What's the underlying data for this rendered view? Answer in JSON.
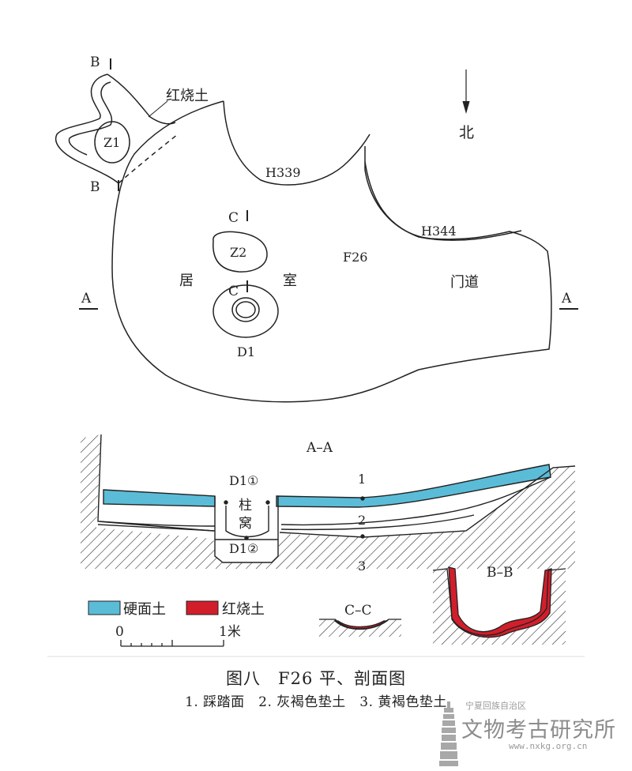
{
  "colors": {
    "hard_soil": "#5bbcd8",
    "burnt_soil": "#d21e2b",
    "line": "#222222",
    "watermark": "#8c8c8c"
  },
  "plan": {
    "north": "北",
    "room_label": "F26",
    "room_chars": [
      "居",
      "室"
    ],
    "doorway": "门道",
    "features": {
      "z1": "Z1",
      "z2": "Z2",
      "d1": "D1",
      "h339": "H339",
      "h344": "H344",
      "burnt_soil": "红烧土"
    },
    "section_marks": {
      "a": "A",
      "b": "B",
      "c": "C"
    }
  },
  "section_aa": {
    "title": "A–A",
    "layer1": "1",
    "layer2": "2",
    "layer3": "3",
    "d1_upper": "D1①",
    "d1_lower": "D1②",
    "posthole_1": "柱",
    "posthole_2": "窝"
  },
  "section_cc": {
    "title": "C–C"
  },
  "section_bb": {
    "title": "B–B"
  },
  "legend": {
    "hard_soil": "硬面土",
    "burnt_soil": "红烧土"
  },
  "scale": {
    "zero": "0",
    "one_m": "1米"
  },
  "caption": {
    "title": "图八　F26 平、剖面图",
    "legend": "1. 踩踏面　2. 灰褐色垫土　3. 黄褐色垫土"
  },
  "watermark": {
    "org": "宁夏回族自治区",
    "name": "文物考古研究所",
    "url": "www.nxkg.org.cn"
  }
}
